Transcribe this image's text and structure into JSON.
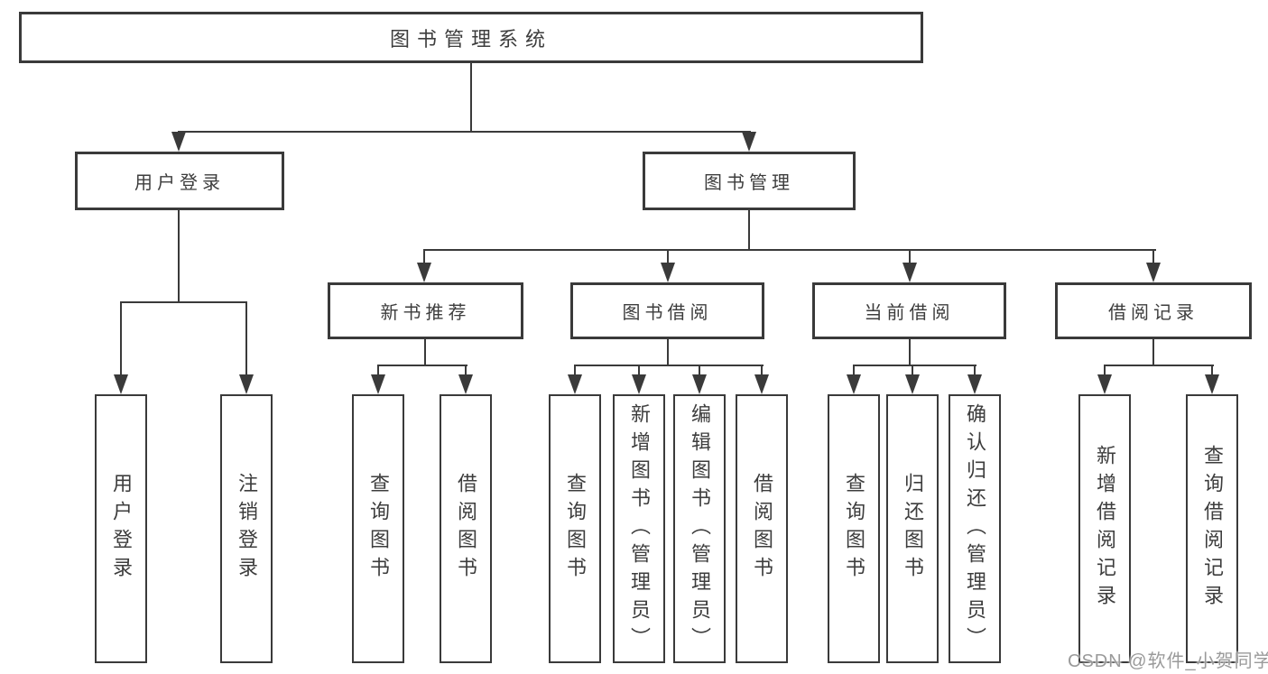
{
  "title": "图书管理系统",
  "level1": [
    {
      "label": "用户登录"
    },
    {
      "label": "图书管理"
    }
  ],
  "level2": [
    {
      "label": "新书推荐",
      "parent": "图书管理"
    },
    {
      "label": "图书借阅",
      "parent": "图书管理"
    },
    {
      "label": "当前借阅",
      "parent": "图书管理"
    },
    {
      "label": "借阅记录",
      "parent": "图书管理"
    }
  ],
  "leaves": [
    {
      "label": "用户登录",
      "parent": "用户登录"
    },
    {
      "label": "注销登录",
      "parent": "用户登录"
    },
    {
      "label": "查询图书",
      "parent": "新书推荐"
    },
    {
      "label": "借阅图书",
      "parent": "新书推荐"
    },
    {
      "label": "查询图书",
      "parent": "图书借阅"
    },
    {
      "label": "新增图书（管理员）",
      "parent": "图书借阅"
    },
    {
      "label": "编辑图书（管理员）",
      "parent": "图书借阅"
    },
    {
      "label": "借阅图书",
      "parent": "图书借阅"
    },
    {
      "label": "查询图书",
      "parent": "当前借阅"
    },
    {
      "label": "归还图书",
      "parent": "当前借阅"
    },
    {
      "label": "确认归还（管理员）",
      "parent": "当前借阅"
    },
    {
      "label": "新增借阅记录",
      "parent": "借阅记录"
    },
    {
      "label": "查询借阅记录",
      "parent": "借阅记录"
    }
  ],
  "watermark": "CSDN @软件_小贺同学",
  "colors": {
    "line": "#3a3a3a",
    "text": "#3d3d3d",
    "watermark": "#9a9a9a",
    "background": "#ffffff"
  }
}
